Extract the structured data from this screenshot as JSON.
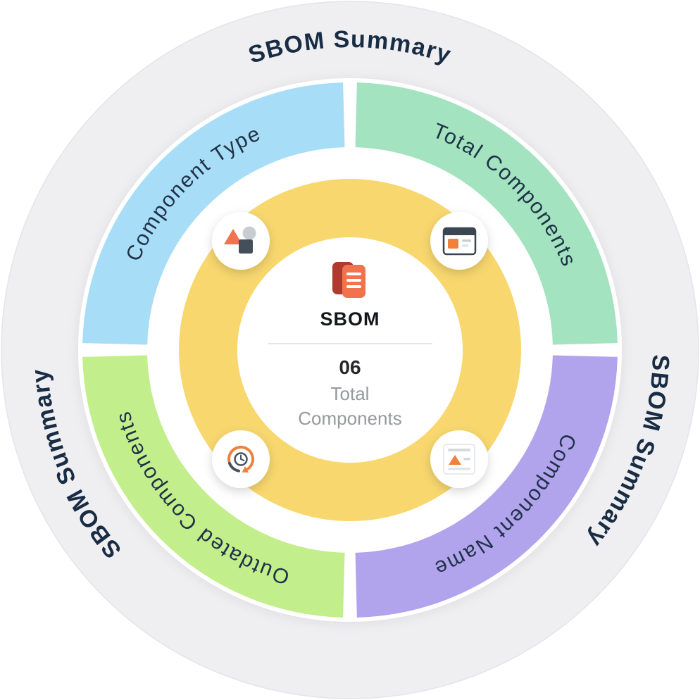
{
  "title": "SBOM Summary",
  "outer_ring": {
    "label": "SBOM Summary"
  },
  "segments": [
    {
      "name": "component-type",
      "label": "Component Type",
      "color": "#a8ddf7"
    },
    {
      "name": "total-components",
      "label": "Total Components",
      "color": "#a3e3bf"
    },
    {
      "name": "component-name",
      "label": "Component Name",
      "color": "#b2a3ed"
    },
    {
      "name": "outdated-components",
      "label": "Outdated Components",
      "color": "#c3ee8c"
    }
  ],
  "center": {
    "title": "SBOM",
    "count": "06",
    "count_label_lines": [
      "Total",
      "Components"
    ]
  },
  "colors": {
    "outer_ring_bg": "#efeff2",
    "outer_ring_border": "#e4e4e9",
    "outer_text": "#182c44",
    "segment_text": "#1e3247",
    "inner_ring": "#f8d76e",
    "accent_orange": "#f0813c",
    "accent_coral": "#f0734e",
    "accent_dark_red": "#b03a2e",
    "icon_dark": "#3c4650",
    "icon_gray": "#c9cdd2",
    "count_text": "#26282b",
    "muted_text": "#97999d",
    "divider": "#e4e4e6"
  },
  "icons": {
    "center": "sbom-document-icon",
    "top_left": "component-type-shapes-icon",
    "top_right": "total-components-browser-icon",
    "bottom_right": "component-name-article-icon",
    "bottom_left": "outdated-components-refresh-clock-icon"
  }
}
